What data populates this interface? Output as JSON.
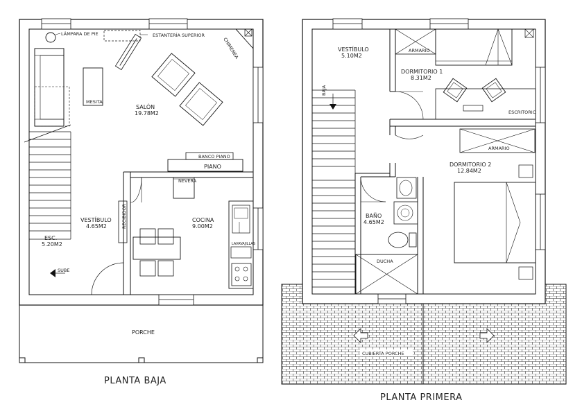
{
  "planta_baja": {
    "title": "PLANTA BAJA",
    "lampara": "LÁMPARA DE PIE",
    "estanteria": "ESTANTERÍA SUPERIOR",
    "chimenea": "CHIMENEA",
    "mesita": "MESITA",
    "salon": "SALÓN",
    "salon_area": "19.78M2",
    "banco_piano": "BANCO PIANO",
    "piano": "PIANO",
    "nevera": "NEVERA",
    "recibidor": "RECIBIDOR",
    "vestibulo": "VESTÍBULO",
    "vestibulo_area": "4.65M2",
    "cocina": "COCINA",
    "cocina_area": "9.00M2",
    "lavavajillas": "LAVAVAJILLAS",
    "esc": "ESC.",
    "esc_area": "5.20M2",
    "sube": "SUBE",
    "porche": "PORCHE"
  },
  "planta_primera": {
    "title": "PLANTA PRIMERA",
    "vestibulo": "VESTÍBULO",
    "vestibulo_area": "5.10M2",
    "armario1": "ARMARIO",
    "dormitorio1": "DORMITORIO 1",
    "dormitorio1_area": "8.31M2",
    "baja": "BAJA",
    "escritorio": "ESCRITORIO",
    "armario2": "ARMARIO",
    "dormitorio2": "DORMITORIO 2",
    "dormitorio2_area": "12.84M2",
    "bano": "BAÑO",
    "bano_area": "4.65M2",
    "ducha": "DUCHA",
    "cubierta": "CUBIERTA PORCHE"
  }
}
